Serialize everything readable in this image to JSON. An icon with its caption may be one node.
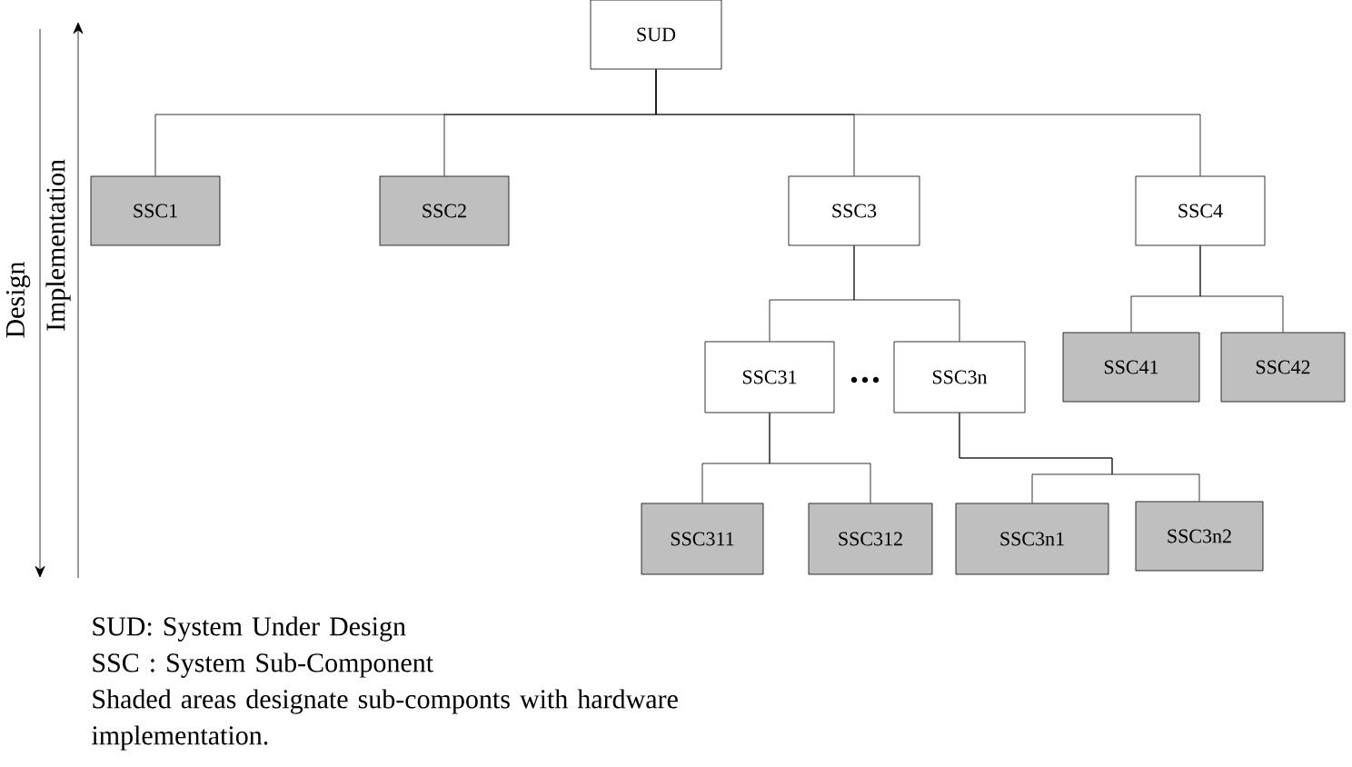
{
  "diagram": {
    "nodes": [
      {
        "text": [
          "SUD"
        ]
      },
      {
        "text": [
          "SSC1"
        ]
      },
      {
        "text": [
          "SSC2"
        ]
      },
      {
        "text": [
          "SSC3"
        ]
      },
      {
        "text": [
          "SSC4"
        ]
      },
      {
        "text": [
          "SSC31"
        ]
      },
      {
        "text": [
          "SSC3n"
        ]
      },
      {
        "text": [
          "SSC41"
        ]
      },
      {
        "text": [
          "SSC42"
        ]
      },
      {
        "text": [
          "SSC311"
        ]
      },
      {
        "text": [
          "SSC312"
        ]
      },
      {
        "text": [
          "SSC3n1"
        ]
      },
      {
        "text": [
          "SSC3n2"
        ]
      }
    ],
    "edges": [
      {
        "from": 0,
        "to": 1,
        "arrow": "none"
      },
      {
        "from": 0,
        "to": 2,
        "arrow": "none"
      },
      {
        "from": 0,
        "to": 3,
        "arrow": "none"
      },
      {
        "from": 0,
        "to": 4,
        "arrow": "none"
      },
      {
        "from": 3,
        "to": 5,
        "arrow": "none"
      },
      {
        "from": 3,
        "to": 6,
        "arrow": "none"
      },
      {
        "from": 4,
        "to": 7,
        "arrow": "none"
      },
      {
        "from": 4,
        "to": 8,
        "arrow": "none"
      },
      {
        "from": 5,
        "to": 9,
        "arrow": "none"
      },
      {
        "from": 5,
        "to": 10,
        "arrow": "none"
      },
      {
        "from": 6,
        "to": 11,
        "arrow": "none"
      },
      {
        "from": 6,
        "to": 12,
        "arrow": "none"
      }
    ],
    "labels": [
      "Design",
      "Implementation",
      "SUD: System Under Design",
      "SSC : System Sub-Component",
      "Shaded areas designate sub-componts with hardware implementation."
    ]
  }
}
